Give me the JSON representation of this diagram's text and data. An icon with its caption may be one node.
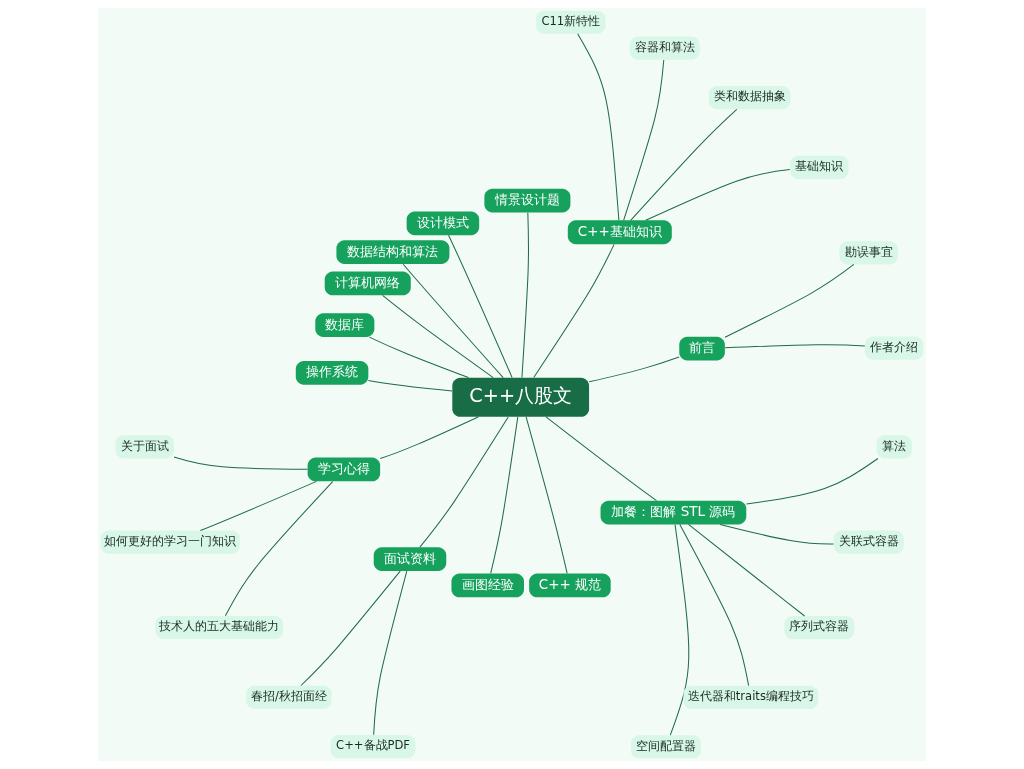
{
  "diagram": {
    "nodes": [
      {
        "text": [
          "C++八股文"
        ]
      },
      {
        "text": [
          "前言"
        ]
      },
      {
        "text": [
          "作者介绍"
        ]
      },
      {
        "text": [
          "勘误事宜"
        ]
      },
      {
        "text": [
          "C++基础知识"
        ]
      },
      {
        "text": [
          "基础知识"
        ]
      },
      {
        "text": [
          "类和数据抽象"
        ]
      },
      {
        "text": [
          "容器和算法"
        ]
      },
      {
        "text": [
          "C11新特性"
        ]
      },
      {
        "text": [
          "情景设计题"
        ]
      },
      {
        "text": [
          "设计模式"
        ]
      },
      {
        "text": [
          "数据结构和算法"
        ]
      },
      {
        "text": [
          "计算机网络"
        ]
      },
      {
        "text": [
          "数据库"
        ]
      },
      {
        "text": [
          "操作系统"
        ]
      },
      {
        "text": [
          "学习心得"
        ]
      },
      {
        "text": [
          "关于面试"
        ]
      },
      {
        "text": [
          "如何更好的学习一门知识"
        ]
      },
      {
        "text": [
          "技术人的五大基础能力"
        ]
      },
      {
        "text": [
          "面试资料"
        ]
      },
      {
        "text": [
          "春招/秋招面经"
        ]
      },
      {
        "text": [
          "C++备战PDF"
        ]
      },
      {
        "text": [
          "画图经验"
        ]
      },
      {
        "text": [
          "C++ 规范"
        ]
      },
      {
        "text": [
          "加餐：图解 STL 源码"
        ]
      },
      {
        "text": [
          "空间配置器"
        ]
      },
      {
        "text": [
          "迭代器和traits编程技巧"
        ]
      },
      {
        "text": [
          "序列式容器"
        ]
      },
      {
        "text": [
          "关联式容器"
        ]
      },
      {
        "text": [
          "算法"
        ]
      }
    ],
    "edges": [
      {
        "from": 0,
        "to": 1,
        "arrow": "none"
      },
      {
        "from": 1,
        "to": 2,
        "arrow": "none"
      },
      {
        "from": 1,
        "to": 3,
        "arrow": "none"
      },
      {
        "from": 0,
        "to": 4,
        "arrow": "none"
      },
      {
        "from": 4,
        "to": 5,
        "arrow": "none"
      },
      {
        "from": 4,
        "to": 6,
        "arrow": "none"
      },
      {
        "from": 4,
        "to": 7,
        "arrow": "none"
      },
      {
        "from": 4,
        "to": 8,
        "arrow": "none"
      },
      {
        "from": 0,
        "to": 9,
        "arrow": "none"
      },
      {
        "from": 0,
        "to": 10,
        "arrow": "none"
      },
      {
        "from": 0,
        "to": 11,
        "arrow": "none"
      },
      {
        "from": 0,
        "to": 12,
        "arrow": "none"
      },
      {
        "from": 0,
        "to": 13,
        "arrow": "none"
      },
      {
        "from": 0,
        "to": 14,
        "arrow": "none"
      },
      {
        "from": 0,
        "to": 15,
        "arrow": "none"
      },
      {
        "from": 15,
        "to": 16,
        "arrow": "none"
      },
      {
        "from": 15,
        "to": 17,
        "arrow": "none"
      },
      {
        "from": 15,
        "to": 18,
        "arrow": "none"
      },
      {
        "from": 0,
        "to": 19,
        "arrow": "none"
      },
      {
        "from": 19,
        "to": 20,
        "arrow": "none"
      },
      {
        "from": 19,
        "to": 21,
        "arrow": "none"
      },
      {
        "from": 0,
        "to": 22,
        "arrow": "none"
      },
      {
        "from": 0,
        "to": 23,
        "arrow": "none"
      },
      {
        "from": 0,
        "to": 24,
        "arrow": "none"
      },
      {
        "from": 24,
        "to": 25,
        "arrow": "none"
      },
      {
        "from": 24,
        "to": 26,
        "arrow": "none"
      },
      {
        "from": 24,
        "to": 27,
        "arrow": "none"
      },
      {
        "from": 24,
        "to": 28,
        "arrow": "none"
      },
      {
        "from": 24,
        "to": 29,
        "arrow": "none"
      }
    ]
  }
}
